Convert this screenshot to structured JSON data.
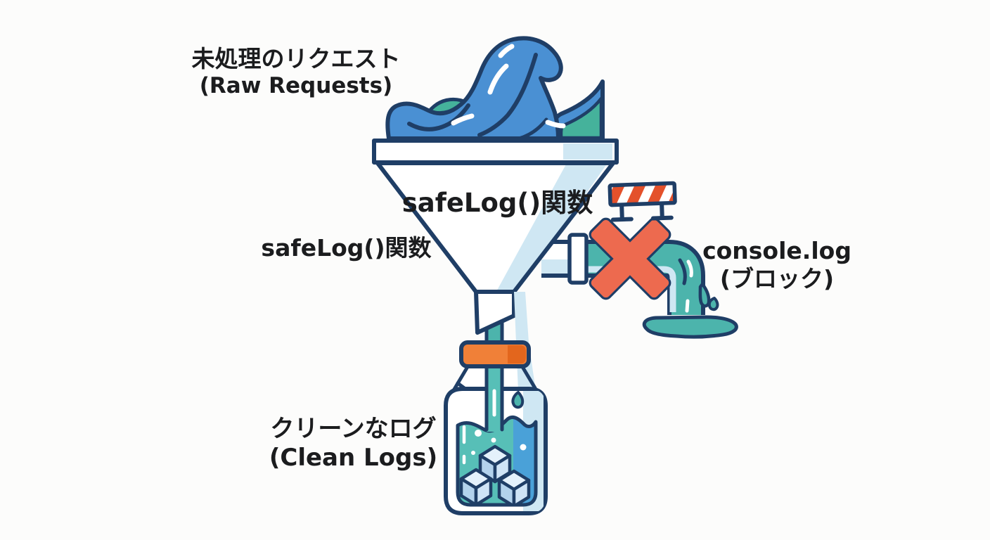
{
  "labels": {
    "raw_requests": {
      "jp": "未処理のリクエスト",
      "en": "(Raw Requests)"
    },
    "funnel_inner": "safeLog()関数",
    "funnel_left": "safeLog()関数",
    "console_blocked": {
      "en": "console.log",
      "jp": "(ブロック)"
    },
    "clean_logs": {
      "jp": "クリーンなログ",
      "en": "(Clean Logs)"
    }
  },
  "colors": {
    "bg": "#fcfcfb",
    "outline": "#1f3e66",
    "wave_blue": "#4a90d3",
    "teal": "#4cb4ac",
    "teal_accent": "#45b29b",
    "light_blue": "#cfe7f3",
    "liquid_teal": "#57bfb7",
    "liquid_blue": "#4aa1d8",
    "coral": "#ed6a4f",
    "barrier_orange": "#e4512b",
    "cap_orange": "#f08038",
    "cap_orange_dark": "#e3661d",
    "ice_top": "#e4f1fb",
    "ice_left": "#b3d2ec",
    "ice_right": "#cfe4f6",
    "text": "#1b1c1e"
  }
}
